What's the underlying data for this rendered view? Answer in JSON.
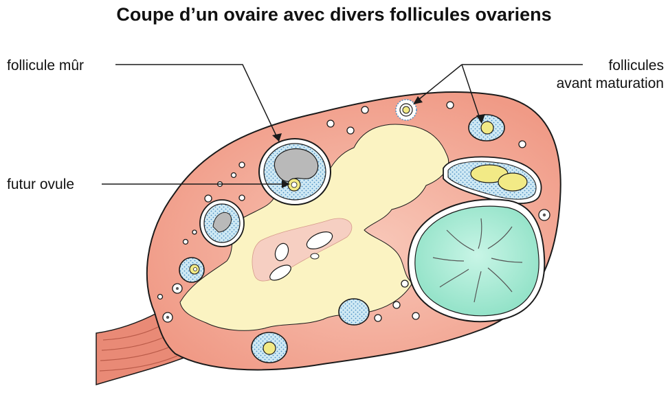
{
  "title": "Coupe d’un ovaire avec divers follicules ovariens",
  "labels": {
    "follicule_mur": "follicule mûr",
    "futur_ovule": "futur ovule",
    "follicules_avant_line1": "follicules",
    "follicules_avant_line2": "avant maturation"
  },
  "colors": {
    "cortex": "#f3a596",
    "medulla": "#fbf3c2",
    "follicle": "#cfe9f4",
    "follicle_dots": "#4a8fc4",
    "antrum": "#a8ebd6",
    "oocyte": "#f2ea86",
    "cavity": "#b9b9b9",
    "outline": "#1a1a1a"
  }
}
